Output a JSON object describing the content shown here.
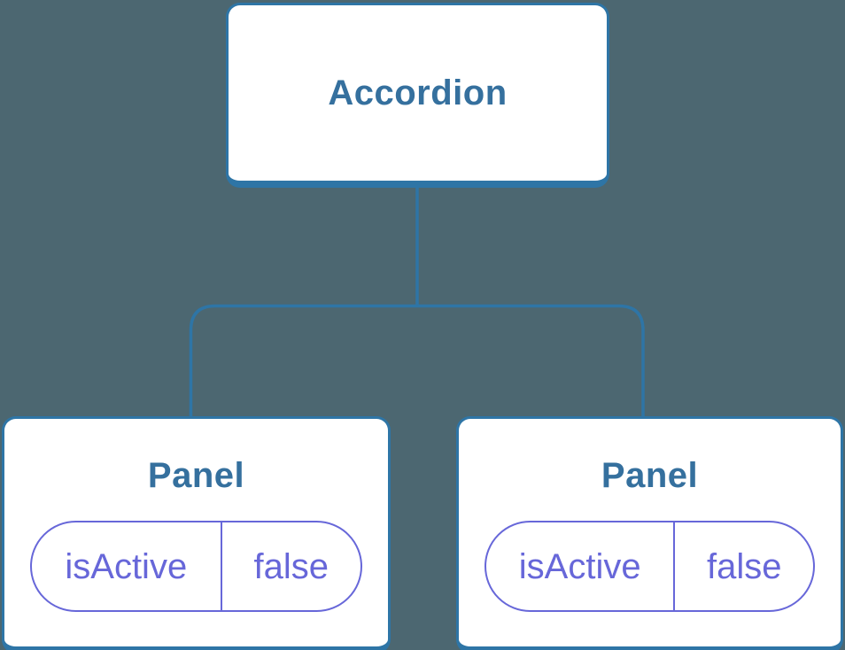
{
  "colors": {
    "bg": "#4C6771",
    "line": "#2E75A6",
    "heading": "#35709E",
    "pill": "#6767D9"
  },
  "tree": {
    "root": {
      "label": "Accordion"
    },
    "children": [
      {
        "label": "Panel",
        "props": [
          {
            "name": "isActive",
            "value": "false"
          }
        ]
      },
      {
        "label": "Panel",
        "props": [
          {
            "name": "isActive",
            "value": "false"
          }
        ]
      }
    ]
  }
}
